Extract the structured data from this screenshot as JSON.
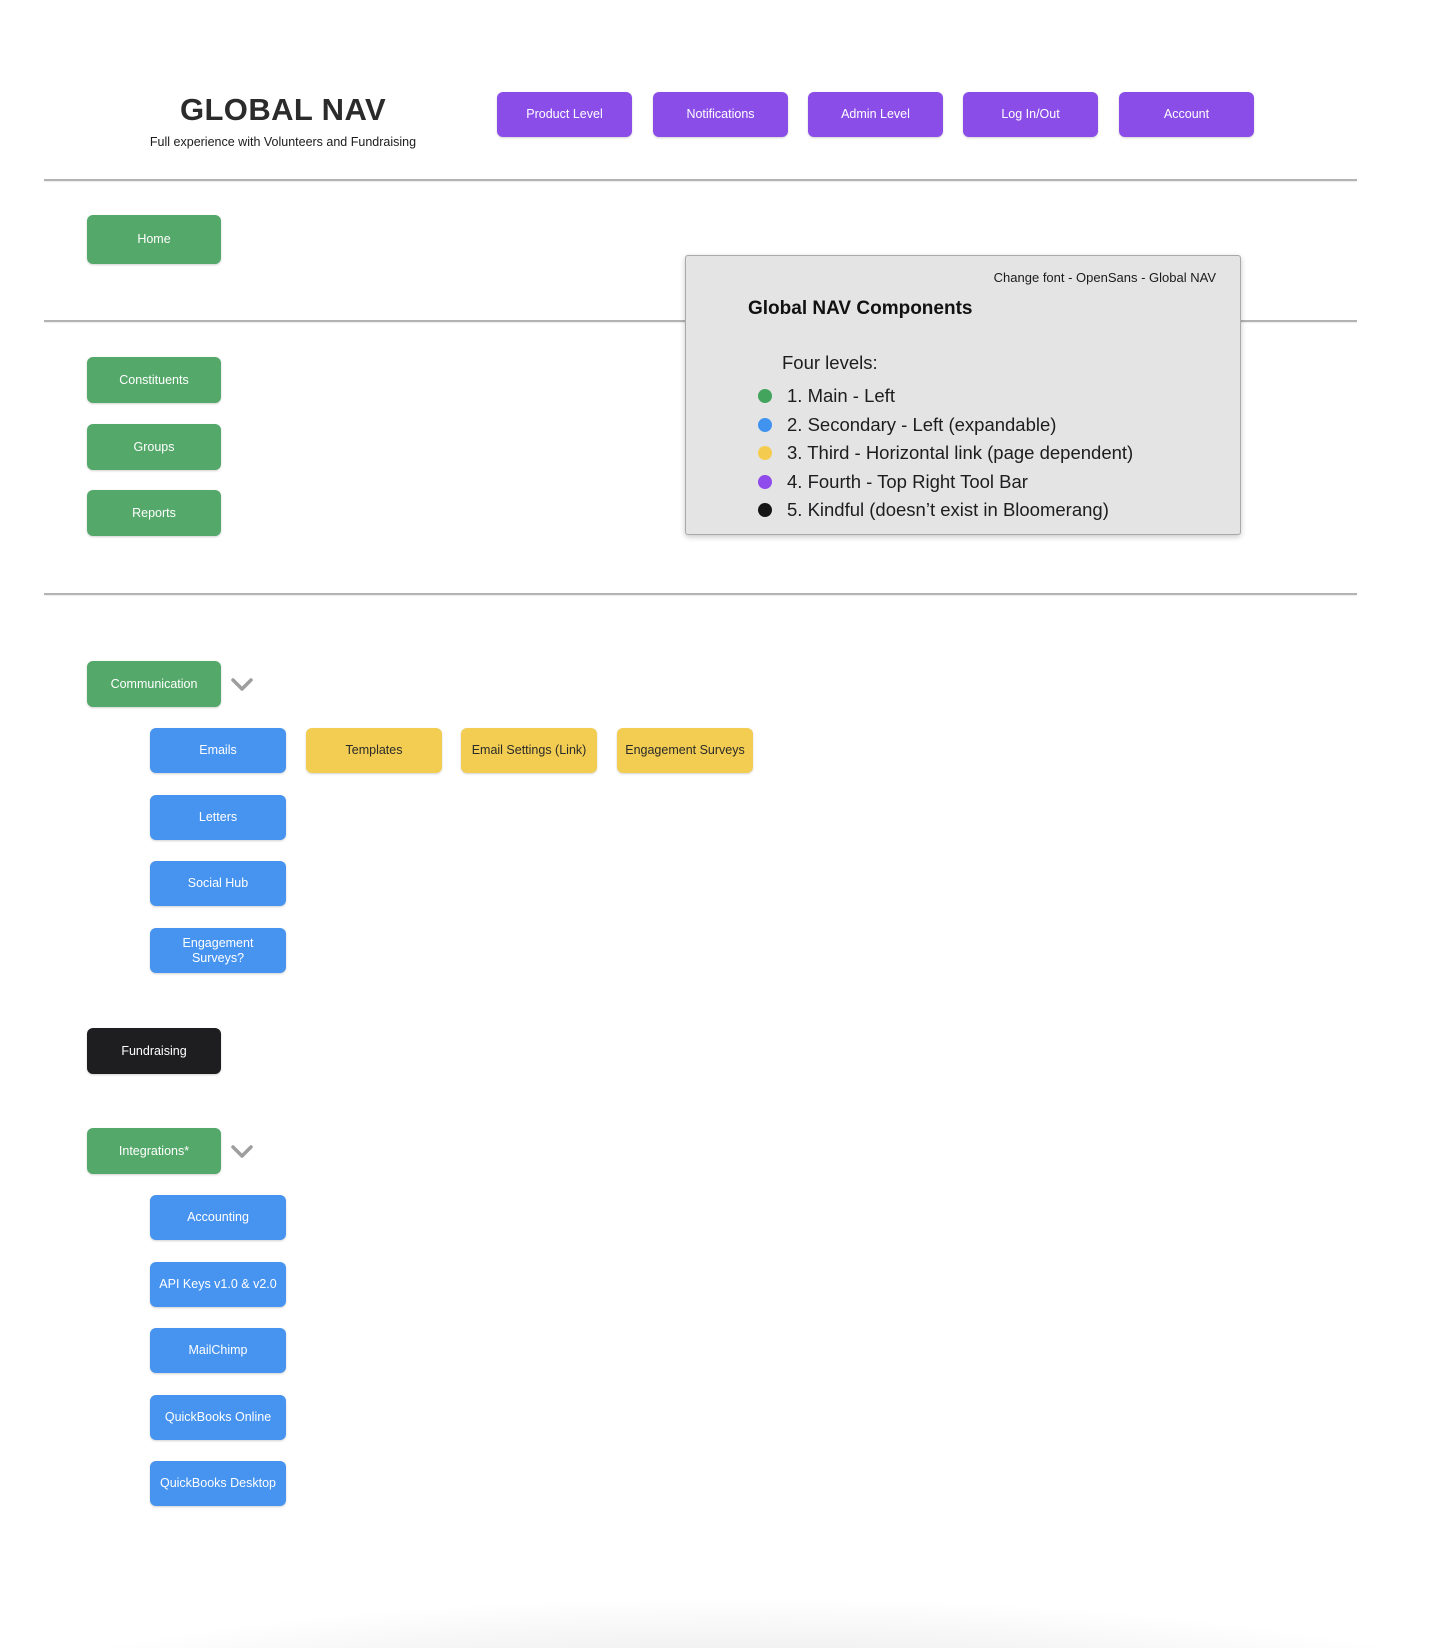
{
  "header": {
    "title": "GLOBAL NAV",
    "subtitle": "Full experience with Volunteers and Fundraising"
  },
  "colors": {
    "purple": "#8B4DE8",
    "green": "#54A869",
    "blue": "#4693F0",
    "yellow": "#F2CD52",
    "black": "#1E1E20",
    "divider": "#B3B3B3",
    "box_bg": "#E4E4E4"
  },
  "toolbar": {
    "items": [
      {
        "label": "Product Level"
      },
      {
        "label": "Notifications"
      },
      {
        "label": "Admin Level"
      },
      {
        "label": "Log In/Out"
      },
      {
        "label": "Account"
      }
    ]
  },
  "primary_nav": {
    "home": "Home",
    "items": [
      "Constituents",
      "Groups",
      "Reports"
    ]
  },
  "legend": {
    "corner_note": "Change font - OpenSans - Global NAV",
    "title": "Global NAV Components",
    "intro": "Four levels:",
    "items": [
      {
        "text": "1. Main - Left",
        "dot": "#43A45E"
      },
      {
        "text": "2. Secondary - Left (expandable)",
        "dot": "#4193F0"
      },
      {
        "text": "3. Third - Horizontal link (page dependent)",
        "dot": "#F5CB4F"
      },
      {
        "text": "4. Fourth - Top Right Tool Bar",
        "dot": "#8F4BEB"
      },
      {
        "text": "5. Kindful (doesn’t exist in Bloomerang)",
        "dot": "#161616"
      }
    ]
  },
  "communication": {
    "label": "Communication",
    "secondary": [
      "Emails",
      "Letters",
      "Social Hub",
      "Engagement Surveys?"
    ],
    "tertiary": [
      "Templates",
      "Email Settings (Link)",
      "Engagement Surveys"
    ]
  },
  "fundraising": {
    "label": "Fundraising"
  },
  "integrations": {
    "label": "Integrations*",
    "secondary": [
      "Accounting",
      "API Keys v1.0 & v2.0",
      "MailChimp",
      "QuickBooks Online",
      "QuickBooks Desktop"
    ]
  }
}
